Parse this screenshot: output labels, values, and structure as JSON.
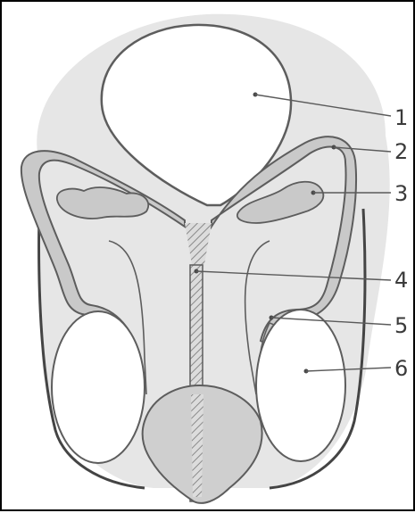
{
  "diagram": {
    "labels": [
      {
        "id": "1",
        "text": "1"
      },
      {
        "id": "2",
        "text": "2"
      },
      {
        "id": "3",
        "text": "3"
      },
      {
        "id": "4",
        "text": "4"
      },
      {
        "id": "5",
        "text": "5"
      },
      {
        "id": "6",
        "text": "6"
      }
    ]
  },
  "colors": {
    "background_tissue": "#e6e6e6",
    "duct": "#c9c9c9",
    "outline": "#5d5d5d",
    "glans": "#cfcfcf",
    "organ_fill": "#ffffff"
  }
}
